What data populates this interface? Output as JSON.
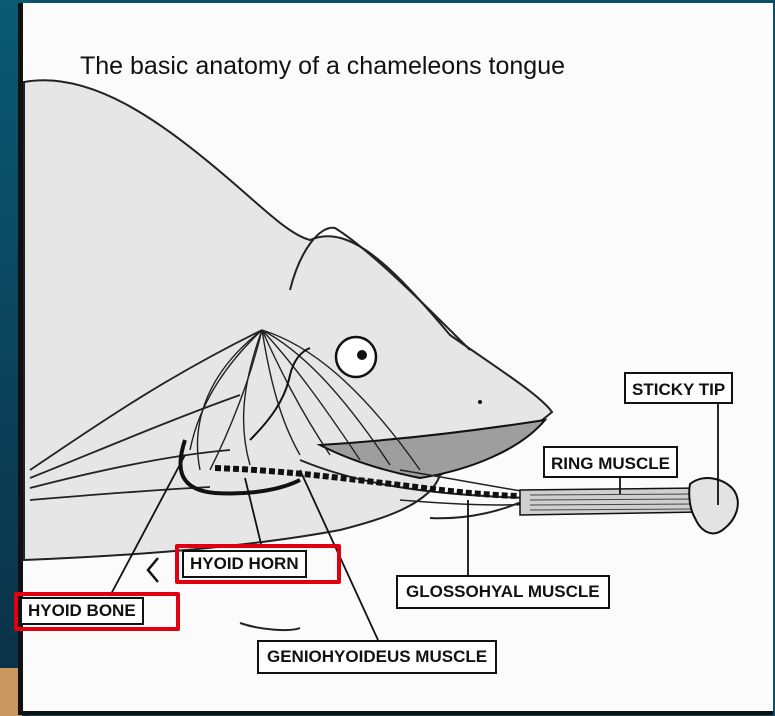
{
  "title": "The basic anatomy of a chameleons tongue",
  "labels": {
    "sticky_tip": "STICKY TIP",
    "ring_muscle": "RING MUSCLE",
    "glossohyal_muscle": "GLOSSOHYAL MUSCLE",
    "hyoid_horn": "HYOID HORN",
    "hyoid_bone": "HYOID BONE",
    "geniohyoideus_muscle": "GENIOHYOIDEUS MUSCLE"
  },
  "colors": {
    "highlight": "#e0000f",
    "ink": "#111111",
    "background": "#0d4f66"
  }
}
